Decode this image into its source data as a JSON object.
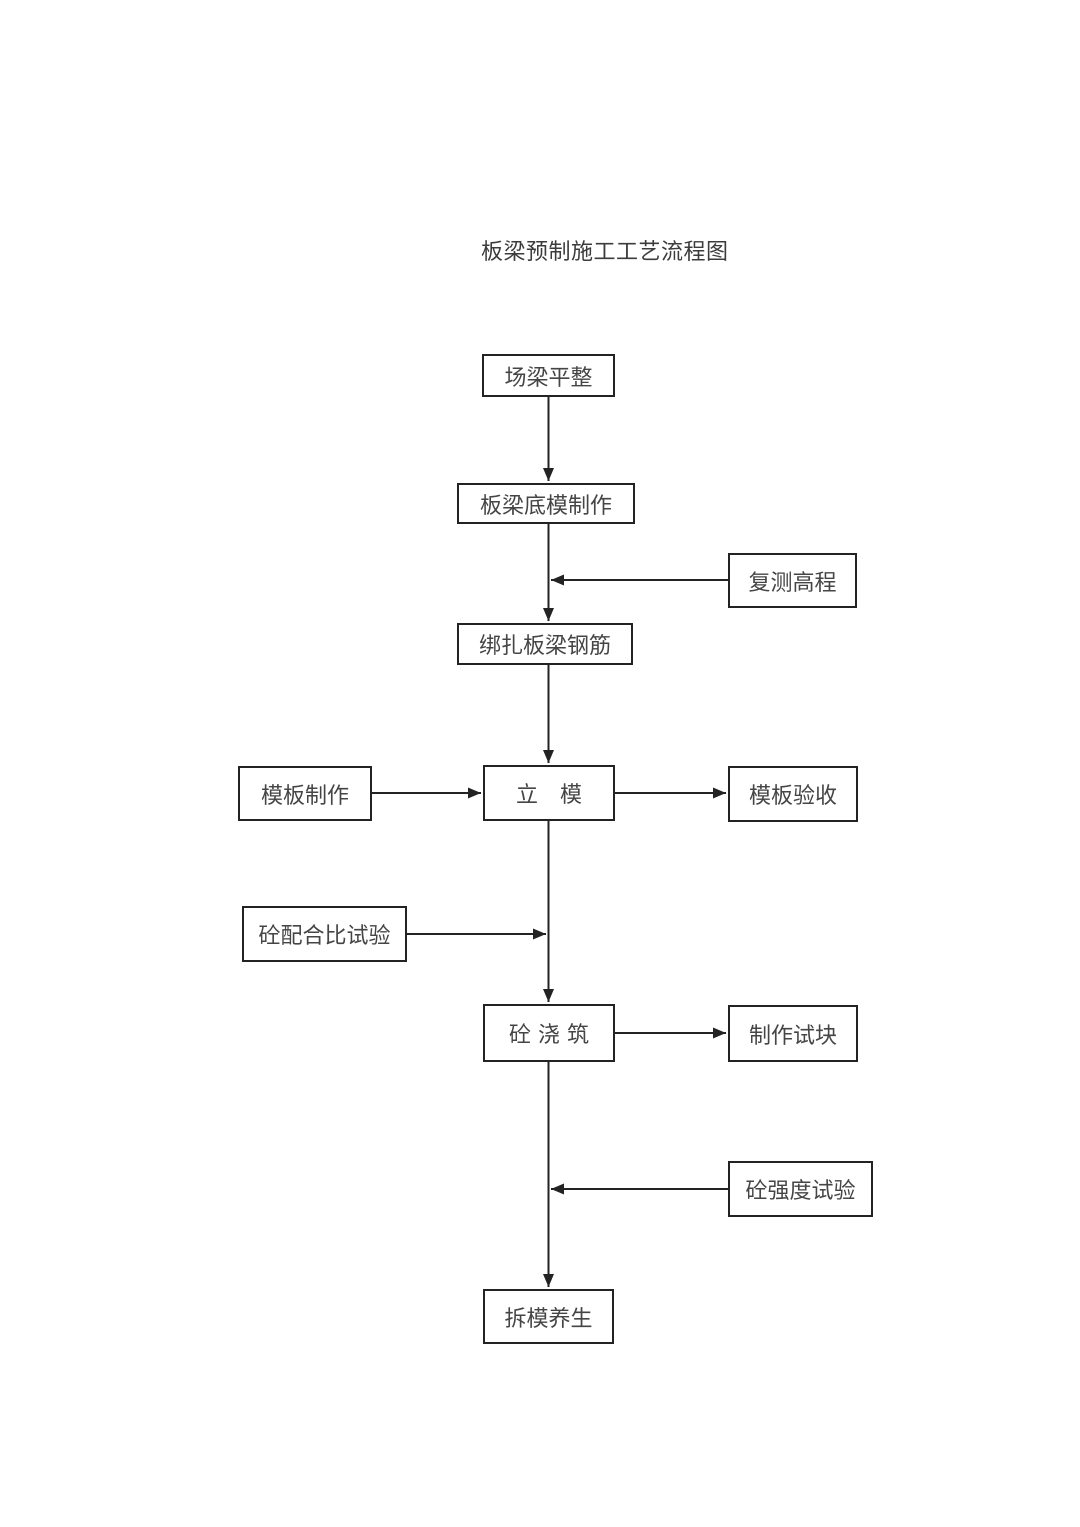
{
  "page": {
    "title": "板梁预制施工工艺流程图",
    "background_color": "#ffffff",
    "line_color": "#232323",
    "text_color": "#454545"
  },
  "nodes": [
    {
      "id": "site-leveling",
      "label": "场梁平整"
    },
    {
      "id": "bottom-formwork-making",
      "label": "板梁底模制作"
    },
    {
      "id": "resurvey-elevation",
      "label": "复测高程"
    },
    {
      "id": "rebar-tying",
      "label": "绑扎板梁钢筋"
    },
    {
      "id": "formwork-making",
      "label": "模板制作"
    },
    {
      "id": "erect-formwork",
      "label": "立　模"
    },
    {
      "id": "formwork-acceptance",
      "label": "模板验收"
    },
    {
      "id": "mix-ratio-test",
      "label": "砼配合比试验"
    },
    {
      "id": "concrete-pouring",
      "label": "砼 浇 筑"
    },
    {
      "id": "test-block-making",
      "label": "制作试块"
    },
    {
      "id": "strength-test",
      "label": "砼强度试验"
    },
    {
      "id": "demoulding-curing",
      "label": "拆模养生"
    }
  ],
  "edges": [
    {
      "from": "site-leveling",
      "to": "bottom-formwork-making",
      "joins_main_line": false
    },
    {
      "from": "bottom-formwork-making",
      "to": "rebar-tying",
      "joins_main_line": false
    },
    {
      "from": "resurvey-elevation",
      "to": "main-line-before-rebar-tying",
      "joins_main_line": true
    },
    {
      "from": "rebar-tying",
      "to": "erect-formwork",
      "joins_main_line": false
    },
    {
      "from": "formwork-making",
      "to": "erect-formwork",
      "joins_main_line": false
    },
    {
      "from": "erect-formwork",
      "to": "formwork-acceptance",
      "joins_main_line": false
    },
    {
      "from": "erect-formwork",
      "to": "concrete-pouring",
      "joins_main_line": false
    },
    {
      "from": "mix-ratio-test",
      "to": "main-line-before-concrete-pouring",
      "joins_main_line": true
    },
    {
      "from": "concrete-pouring",
      "to": "test-block-making",
      "joins_main_line": false
    },
    {
      "from": "concrete-pouring",
      "to": "demoulding-curing",
      "joins_main_line": false
    },
    {
      "from": "strength-test",
      "to": "main-line-before-demoulding-curing",
      "joins_main_line": true
    }
  ]
}
